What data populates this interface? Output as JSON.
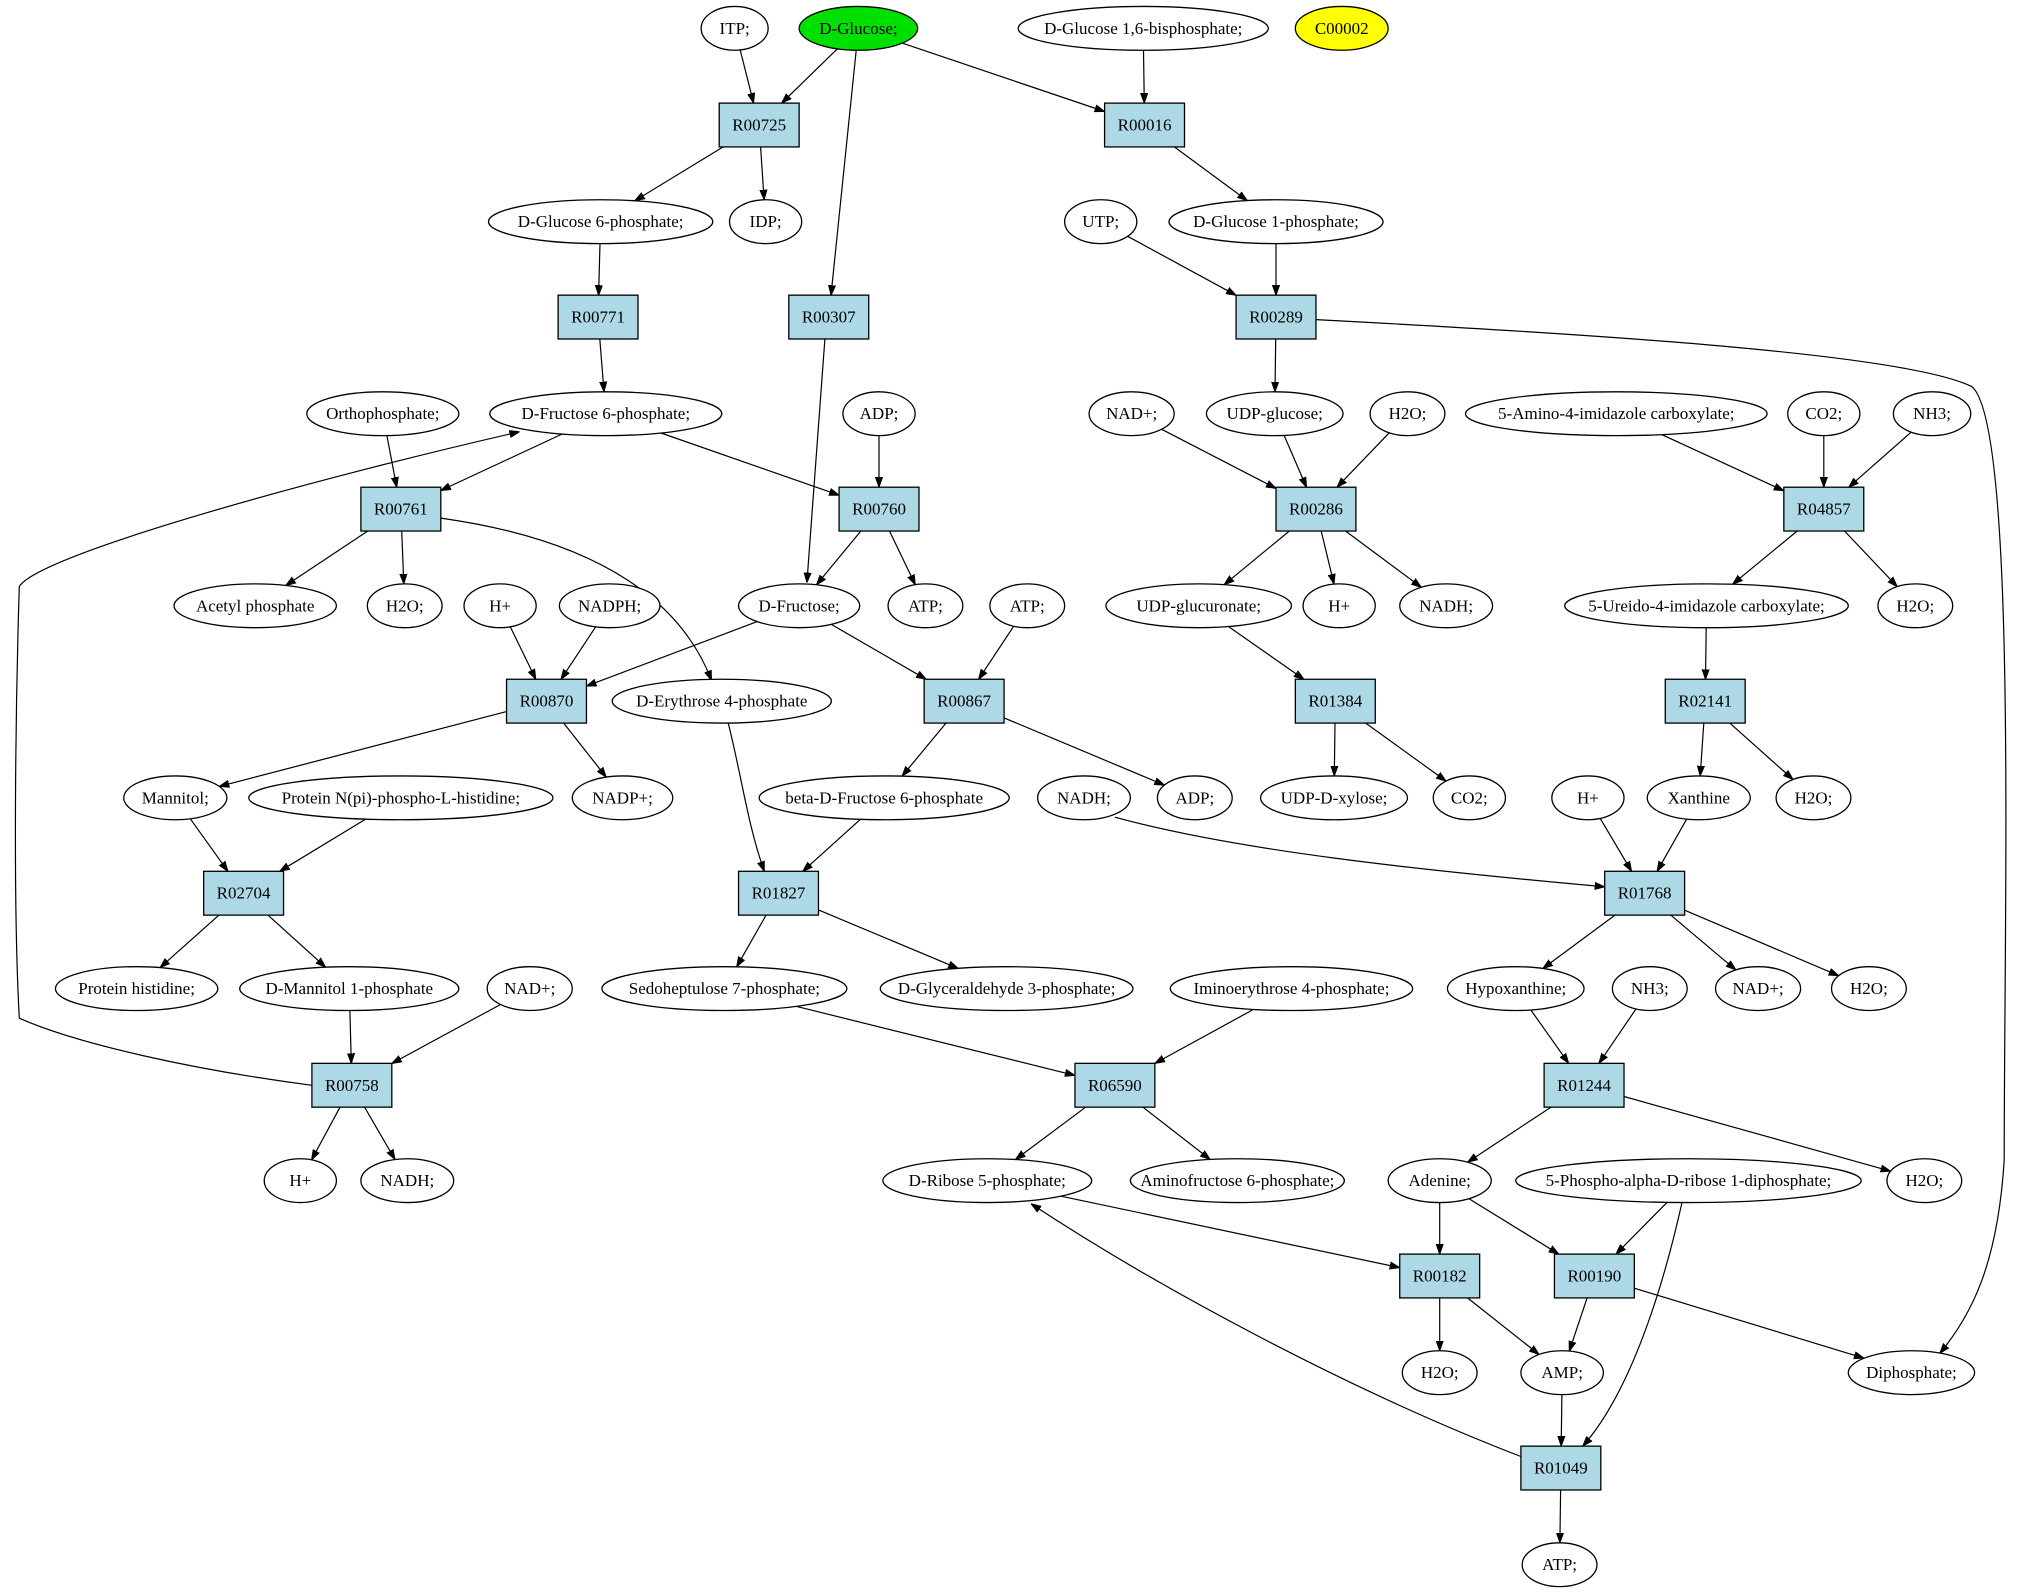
{
  "colors": {
    "start": "#00e000",
    "target": "#ffff00",
    "compound": "#ffffff",
    "reaction": "#add8e6"
  },
  "nodes": {
    "itp": "ITP;",
    "dglucose": "D-Glucose;",
    "dg16bp": "D-Glucose 1,6-bisphosphate;",
    "c00002": "C00002",
    "r00725": "R00725",
    "r00016": "R00016",
    "dg6p": "D-Glucose 6-phosphate;",
    "idp": "IDP;",
    "utp": "UTP;",
    "dg1p": "D-Glucose 1-phosphate;",
    "r00771": "R00771",
    "r00307": "R00307",
    "r00289": "R00289",
    "orthophosphate": "Orthophosphate;",
    "df6p": "D-Fructose 6-phosphate;",
    "adp1": "ADP;",
    "nadp1": "NAD+;",
    "udpglucose": "UDP-glucose;",
    "h2o1": "H2O;",
    "aica": "5-Amino-4-imidazole carboxylate;",
    "co2a": "CO2;",
    "nh3a": "NH3;",
    "r00761": "R00761",
    "r00760": "R00760",
    "r00286": "R00286",
    "r04857": "R04857",
    "acetylp": "Acetyl phosphate",
    "h2o2": "H2O;",
    "hplus1": "H+",
    "nadph": "NADPH;",
    "dfructose": "D-Fructose;",
    "atp1": "ATP;",
    "atp2": "ATP;",
    "udpglucuronate": "UDP-glucuronate;",
    "hplus2": "H+",
    "nadh1": "NADH;",
    "ureido": "5-Ureido-4-imidazole carboxylate;",
    "h2o3": "H2O;",
    "r00870": "R00870",
    "de4p": "D-Erythrose 4-phosphate",
    "r00867": "R00867",
    "r01384": "R01384",
    "r02141": "R02141",
    "mannitol": "Mannitol;",
    "proteinnph": "Protein N(pi)-phospho-L-histidine;",
    "nadpplus": "NADP+;",
    "betadf6p": "beta-D-Fructose 6-phosphate",
    "nadh2": "NADH;",
    "adp2": "ADP;",
    "udpxylose": "UDP-D-xylose;",
    "co2b": "CO2;",
    "hplus3": "H+",
    "xanthine": "Xanthine",
    "h2o4": "H2O;",
    "r02704": "R02704",
    "r01827": "R01827",
    "r01768": "R01768",
    "proteinhis": "Protein histidine;",
    "dm1p": "D-Mannitol 1-phosphate",
    "nadp2": "NAD+;",
    "s7p": "Sedoheptulose 7-phosphate;",
    "g3p": "D-Glyceraldehyde 3-phosphate;",
    "ie4p": "Iminoerythrose 4-phosphate;",
    "hypoxanthine": "Hypoxanthine;",
    "nh3b": "NH3;",
    "nadp3": "NAD+;",
    "h2o5": "H2O;",
    "r00758": "R00758",
    "r06590": "R06590",
    "r01244": "R01244",
    "hplus4": "H+",
    "nadh3": "NADH;",
    "dr5p": "D-Ribose 5-phosphate;",
    "af6p": "Aminofructose 6-phosphate;",
    "adenine": "Adenine;",
    "prpp": "5-Phospho-alpha-D-ribose 1-diphosphate;",
    "h2o6": "H2O;",
    "r00182": "R00182",
    "r00190": "R00190",
    "h2o7": "H2O;",
    "amp": "AMP;",
    "diphosphate": "Diphosphate;",
    "r01049": "R01049",
    "atp3": "ATP;"
  }
}
